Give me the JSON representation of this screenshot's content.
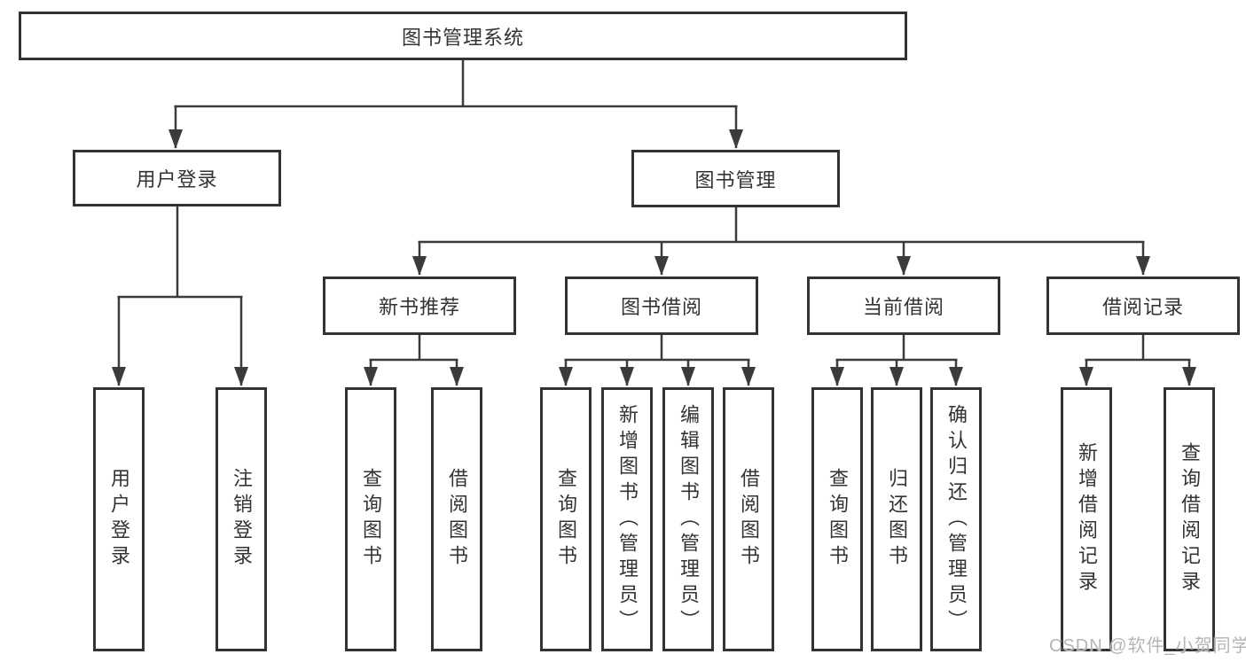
{
  "colors": {
    "background": "#ffffff",
    "line": "#3b3b3b",
    "box_border": "#333333",
    "box_fill": "#ffffff",
    "text": "#333333",
    "watermark": "#b5b5b5"
  },
  "tree": {
    "root": {
      "label": "图书管理系统",
      "children": [
        {
          "label": "用户登录",
          "children": [
            {
              "label": "用户登录"
            },
            {
              "label": "注销登录"
            }
          ]
        },
        {
          "label": "图书管理",
          "children": [
            {
              "label": "新书推荐",
              "children": [
                {
                  "label": "查询图书"
                },
                {
                  "label": "借阅图书"
                }
              ]
            },
            {
              "label": "图书借阅",
              "children": [
                {
                  "label": "查询图书"
                },
                {
                  "label": "新增图书（管理员）"
                },
                {
                  "label": "编辑图书（管理员）"
                },
                {
                  "label": "借阅图书"
                }
              ]
            },
            {
              "label": "当前借阅",
              "children": [
                {
                  "label": "查询图书"
                },
                {
                  "label": "归还图书"
                },
                {
                  "label": "确认归还（管理员）"
                }
              ]
            },
            {
              "label": "借阅记录",
              "children": [
                {
                  "label": "新增借阅记录"
                },
                {
                  "label": "查询借阅记录"
                }
              ]
            }
          ]
        }
      ]
    }
  },
  "watermark": "CSDN @软件_小贺同学"
}
